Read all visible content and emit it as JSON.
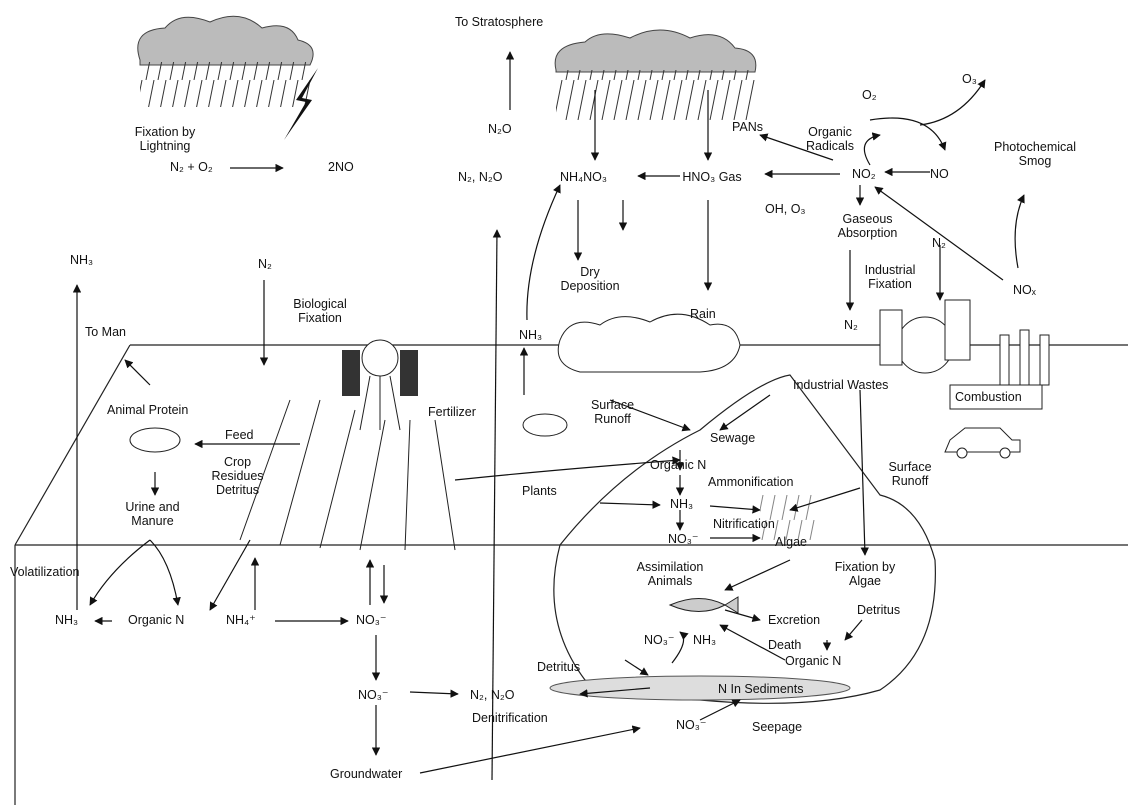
{
  "labels": {
    "to_stratosphere": "To Stratosphere",
    "fixation_by_lightning": "Fixation by Lightning",
    "lightning_eq_lhs": "N₂ + O₂",
    "lightning_eq_rhs": "2NO",
    "n2o_top": "N₂O",
    "n2_n2o_top": "N₂, N₂O",
    "nh4no3": "NH₄NO₃",
    "hno3_gas": "HNO₃ Gas",
    "pans": "PANs",
    "organic_radicals": "Organic Radicals",
    "o2": "O₂",
    "o3": "O₃",
    "no2": "NO₂",
    "no": "NO",
    "photochemical_smog": "Photochemical Smog",
    "oh_o3": "OH, O₃",
    "gaseous_absorption": "Gaseous Absorption",
    "nh3_top_left": "NH₃",
    "n2_biological": "N₂",
    "biological_fixation": "Biological Fixation",
    "to_man": "To Man",
    "dry_deposition": "Dry Deposition",
    "rain": "Rain",
    "n2_industrial_top": "N₂",
    "industrial_fixation": "Industrial Fixation",
    "nox": "NOₓ",
    "nh3_mid": "NH₃",
    "n2_industrial": "N₂",
    "industrial_wastes": "Industrial Wastes",
    "combustion": "Combustion",
    "animal_protein": "Animal Protein",
    "fertilizer": "Fertilizer",
    "surface_runoff_1": "Surface Runoff",
    "feed": "Feed",
    "sewage": "Sewage",
    "crop_residues": "Crop Residues Detritus",
    "organic_n_lake": "Organic N",
    "ammonification": "Ammonification",
    "surface_runoff_2": "Surface Runoff",
    "plants": "Plants",
    "urine_manure": "Urine and Manure",
    "nh3_lake": "NH₃",
    "nitrification": "Nitrification",
    "no3_lake": "NO₃⁻",
    "algae": "Algae",
    "volatilization": "Volatilization",
    "assimilation_animals": "Assimilation Animals",
    "fixation_by_algae": "Fixation by Algae",
    "nh3_soil": "NH₃",
    "organic_n_soil": "Organic N",
    "nh4_soil": "NH₄⁺",
    "no3_soil": "NO₃⁻",
    "excretion": "Excretion",
    "detritus_right": "Detritus",
    "no3_bottom_lake": "NO₃⁻",
    "nh3_bottom_lake": "NH₃",
    "death": "Death",
    "organic_n_bottom": "Organic N",
    "detritus_left": "Detritus",
    "no3_lower": "NO₃⁻",
    "n2_n2o_denit": "N₂, N₂O",
    "n_in_sediments": "N In Sediments",
    "denitrification": "Denitrification",
    "no3_seepage": "NO₃⁻",
    "seepage": "Seepage",
    "groundwater": "Groundwater"
  },
  "colors": {
    "ink": "#111111",
    "paper": "#ffffff"
  }
}
